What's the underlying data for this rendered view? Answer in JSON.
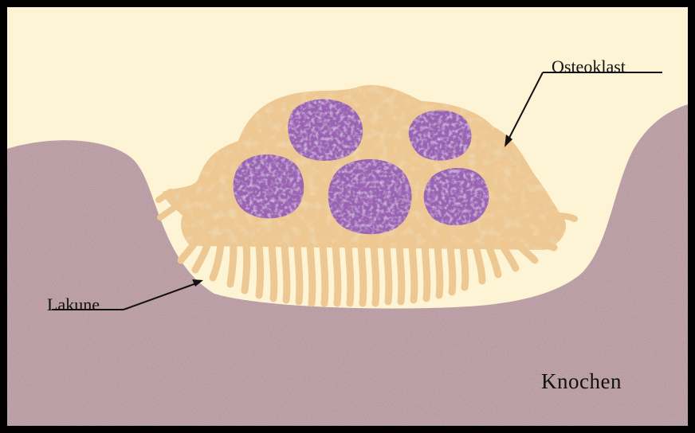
{
  "labels": {
    "osteoklast": "Osteoklast",
    "lakune": "Lakune",
    "knochen": "Knochen"
  },
  "colors": {
    "background": "#fdf4d6",
    "bone": "#b89aa0",
    "cytoplasm": "#eec893",
    "nucleus": "#9a62b2",
    "frame": "#000000"
  }
}
